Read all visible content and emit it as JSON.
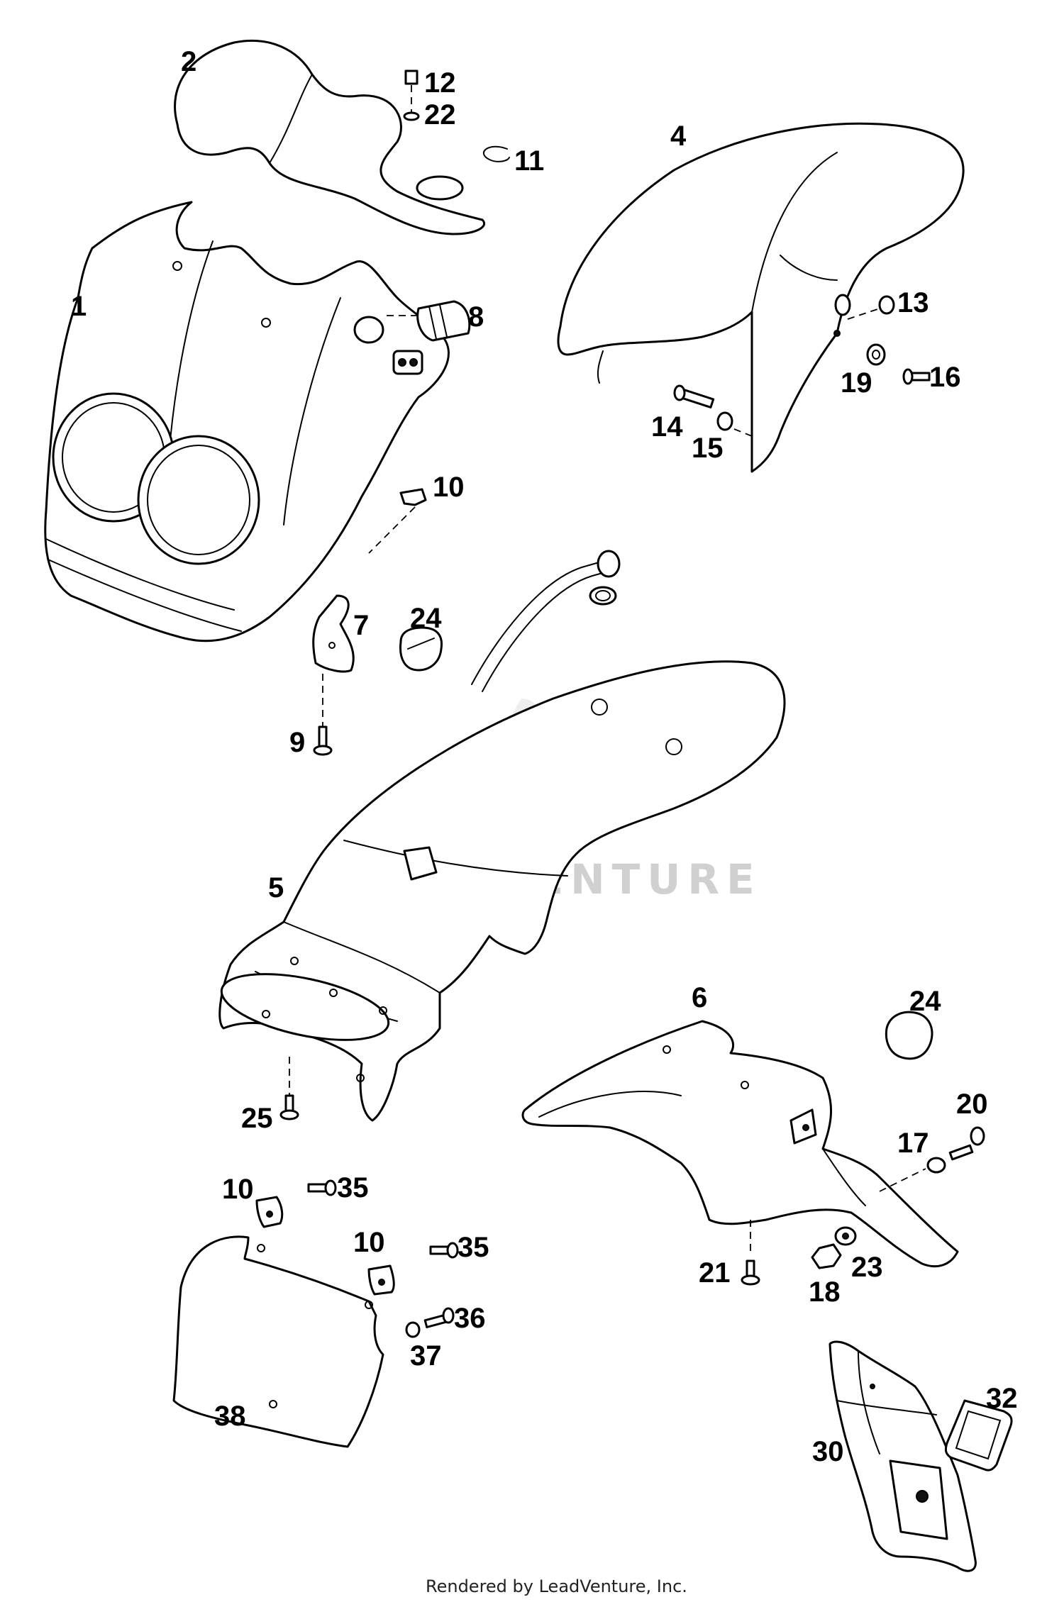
{
  "labels": {
    "l1": "1",
    "l2": "2",
    "l4": "4",
    "l5": "5",
    "l6": "6",
    "l7": "7",
    "l8": "8",
    "l9": "9",
    "l10a": "10",
    "l10b": "10",
    "l10c": "10",
    "l11": "11",
    "l12": "12",
    "l13": "13",
    "l14": "14",
    "l15": "15",
    "l16": "16",
    "l17": "17",
    "l18": "18",
    "l19": "19",
    "l20": "20",
    "l21": "21",
    "l22": "22",
    "l23": "23",
    "l24a": "24",
    "l24b": "24",
    "l25": "25",
    "l30": "30",
    "l32": "32",
    "l35a": "35",
    "l35b": "35",
    "l36": "36",
    "l37": "37",
    "l38": "38"
  },
  "watermark": {
    "text": "LEADVENTURE",
    "logo": "leadventure-flame-v-logo"
  },
  "footer": "Rendered by LeadVenture, Inc."
}
